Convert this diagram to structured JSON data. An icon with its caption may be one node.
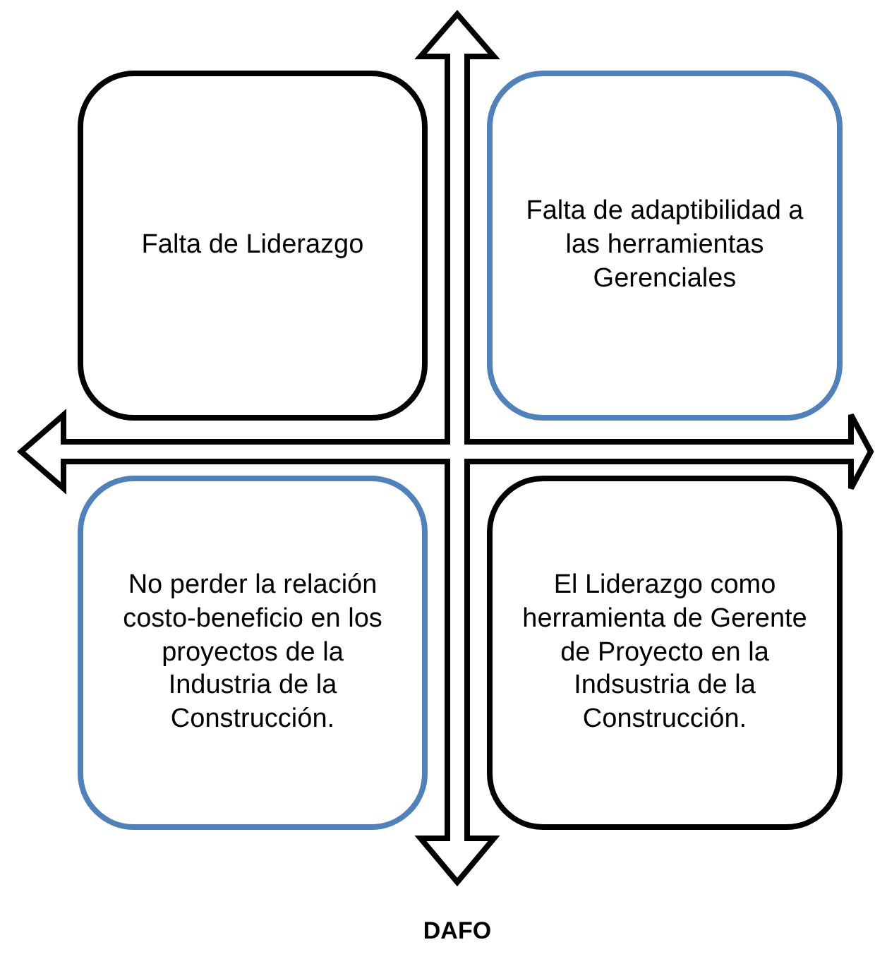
{
  "diagram": {
    "caption": "DAFO",
    "nodes": [
      {
        "text": [
          "Falta de Liderazgo"
        ]
      },
      {
        "text": [
          "Falta de adaptibilidad a las herramientas Gerenciales"
        ]
      },
      {
        "text": [
          "No perder la relación costo-beneficio en los proyectos de la Industria de la Construcción."
        ]
      },
      {
        "text": [
          "El Liderazgo como herramienta de Gerente de Proyecto en la Indsustria de la Construcción."
        ]
      }
    ]
  }
}
